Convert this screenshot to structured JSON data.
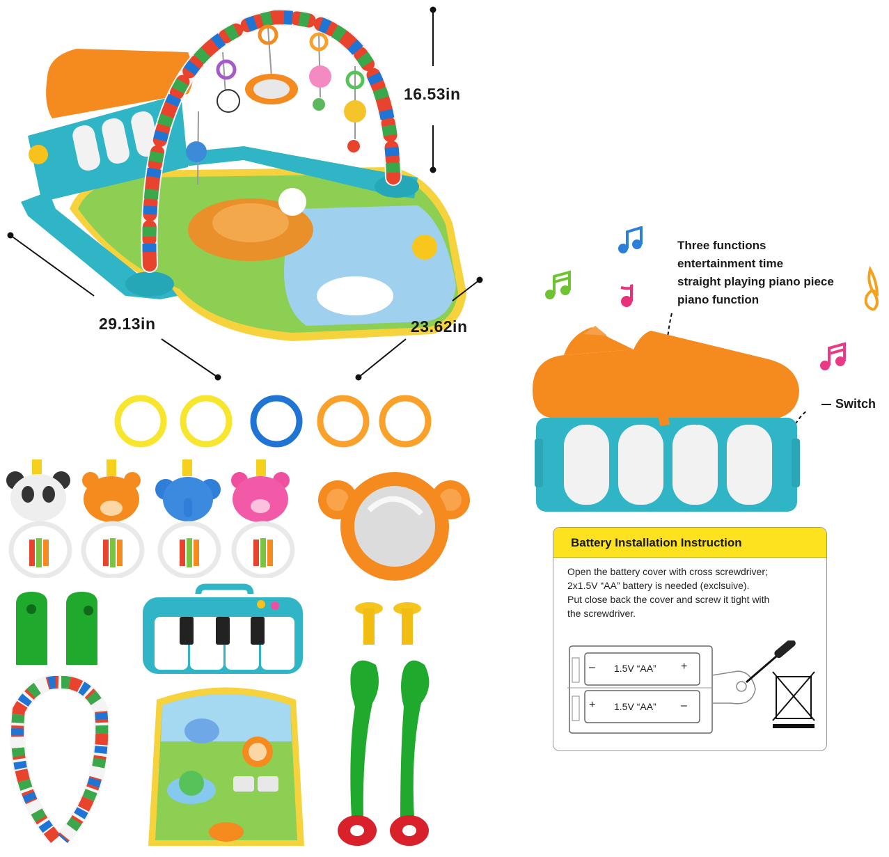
{
  "dimensions": {
    "height": "16.53in",
    "length": "29.13in",
    "width": "23.62in"
  },
  "functions": {
    "items": [
      "Three functions",
      "entertainment time",
      "straight playing piano piece",
      "piano function"
    ]
  },
  "switch_label": "Switch",
  "battery": {
    "title": "Battery Installation Instruction",
    "lines": [
      "Open the battery cover with cross screwdriver;",
      "2x1.5V “AA” battery is needed (exclsuive).",
      "Put close back the cover and screw it tight with",
      "the screwdriver."
    ],
    "cell_top": "1.5V “AA”",
    "cell_bottom": "1.5V “AA”",
    "minus": "–",
    "plus": "+"
  },
  "colors": {
    "orange": "#f58a1f",
    "teal": "#35b3c4",
    "yellow_ring": "#f7e52e",
    "blue_ring": "#1f74d4",
    "orange_ring": "#f9a12a",
    "green_part": "#1faa2e",
    "battery_header": "#fde31f"
  }
}
